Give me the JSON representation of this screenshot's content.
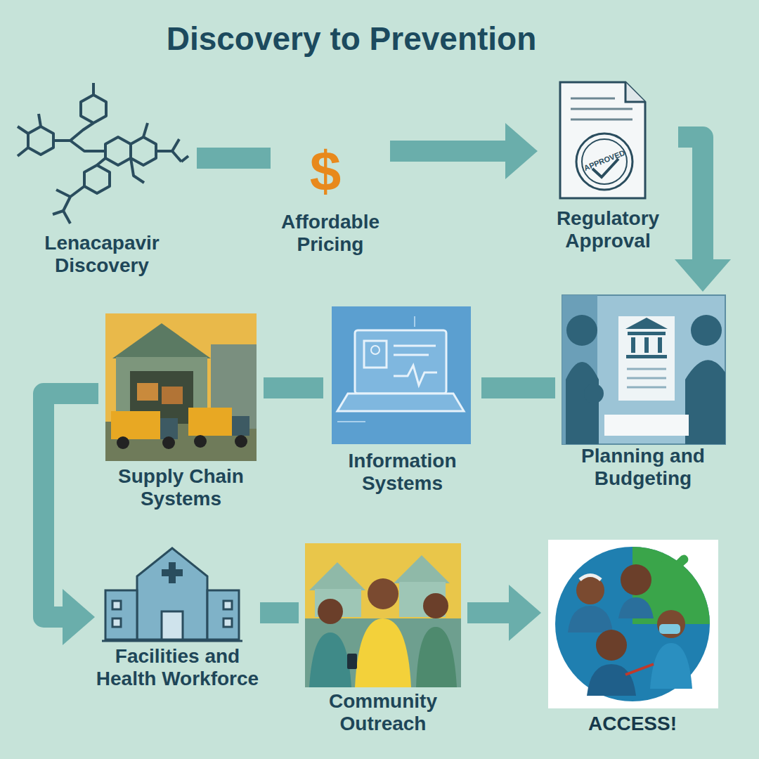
{
  "diagram": {
    "title": "Discovery to Prevention",
    "nodes": [
      {
        "text": [
          "Lenacapavir Discovery"
        ]
      },
      {
        "text": [
          "Affordable Pricing"
        ]
      },
      {
        "text": [
          "Regulatory Approval"
        ]
      },
      {
        "text": [
          "Planning and Budgeting"
        ]
      },
      {
        "text": [
          "Information Systems"
        ]
      },
      {
        "text": [
          "Supply Chain Systems"
        ]
      },
      {
        "text": [
          "Facilities and Health Workforce"
        ]
      },
      {
        "text": [
          "Community Outreach"
        ]
      },
      {
        "text": [
          "ACCESS!"
        ]
      }
    ],
    "edges": [
      {
        "from": 0,
        "to": 1,
        "arrow": "none"
      },
      {
        "from": 1,
        "to": 2,
        "arrow": "to"
      },
      {
        "from": 2,
        "to": 3,
        "arrow": "to"
      },
      {
        "from": 3,
        "to": 4,
        "arrow": "none"
      },
      {
        "from": 4,
        "to": 5,
        "arrow": "none"
      },
      {
        "from": 5,
        "to": 6,
        "arrow": "to"
      },
      {
        "from": 6,
        "to": 7,
        "arrow": "none"
      },
      {
        "from": 7,
        "to": 8,
        "arrow": "to"
      }
    ],
    "labels": [
      "$",
      "APPROVED"
    ]
  }
}
